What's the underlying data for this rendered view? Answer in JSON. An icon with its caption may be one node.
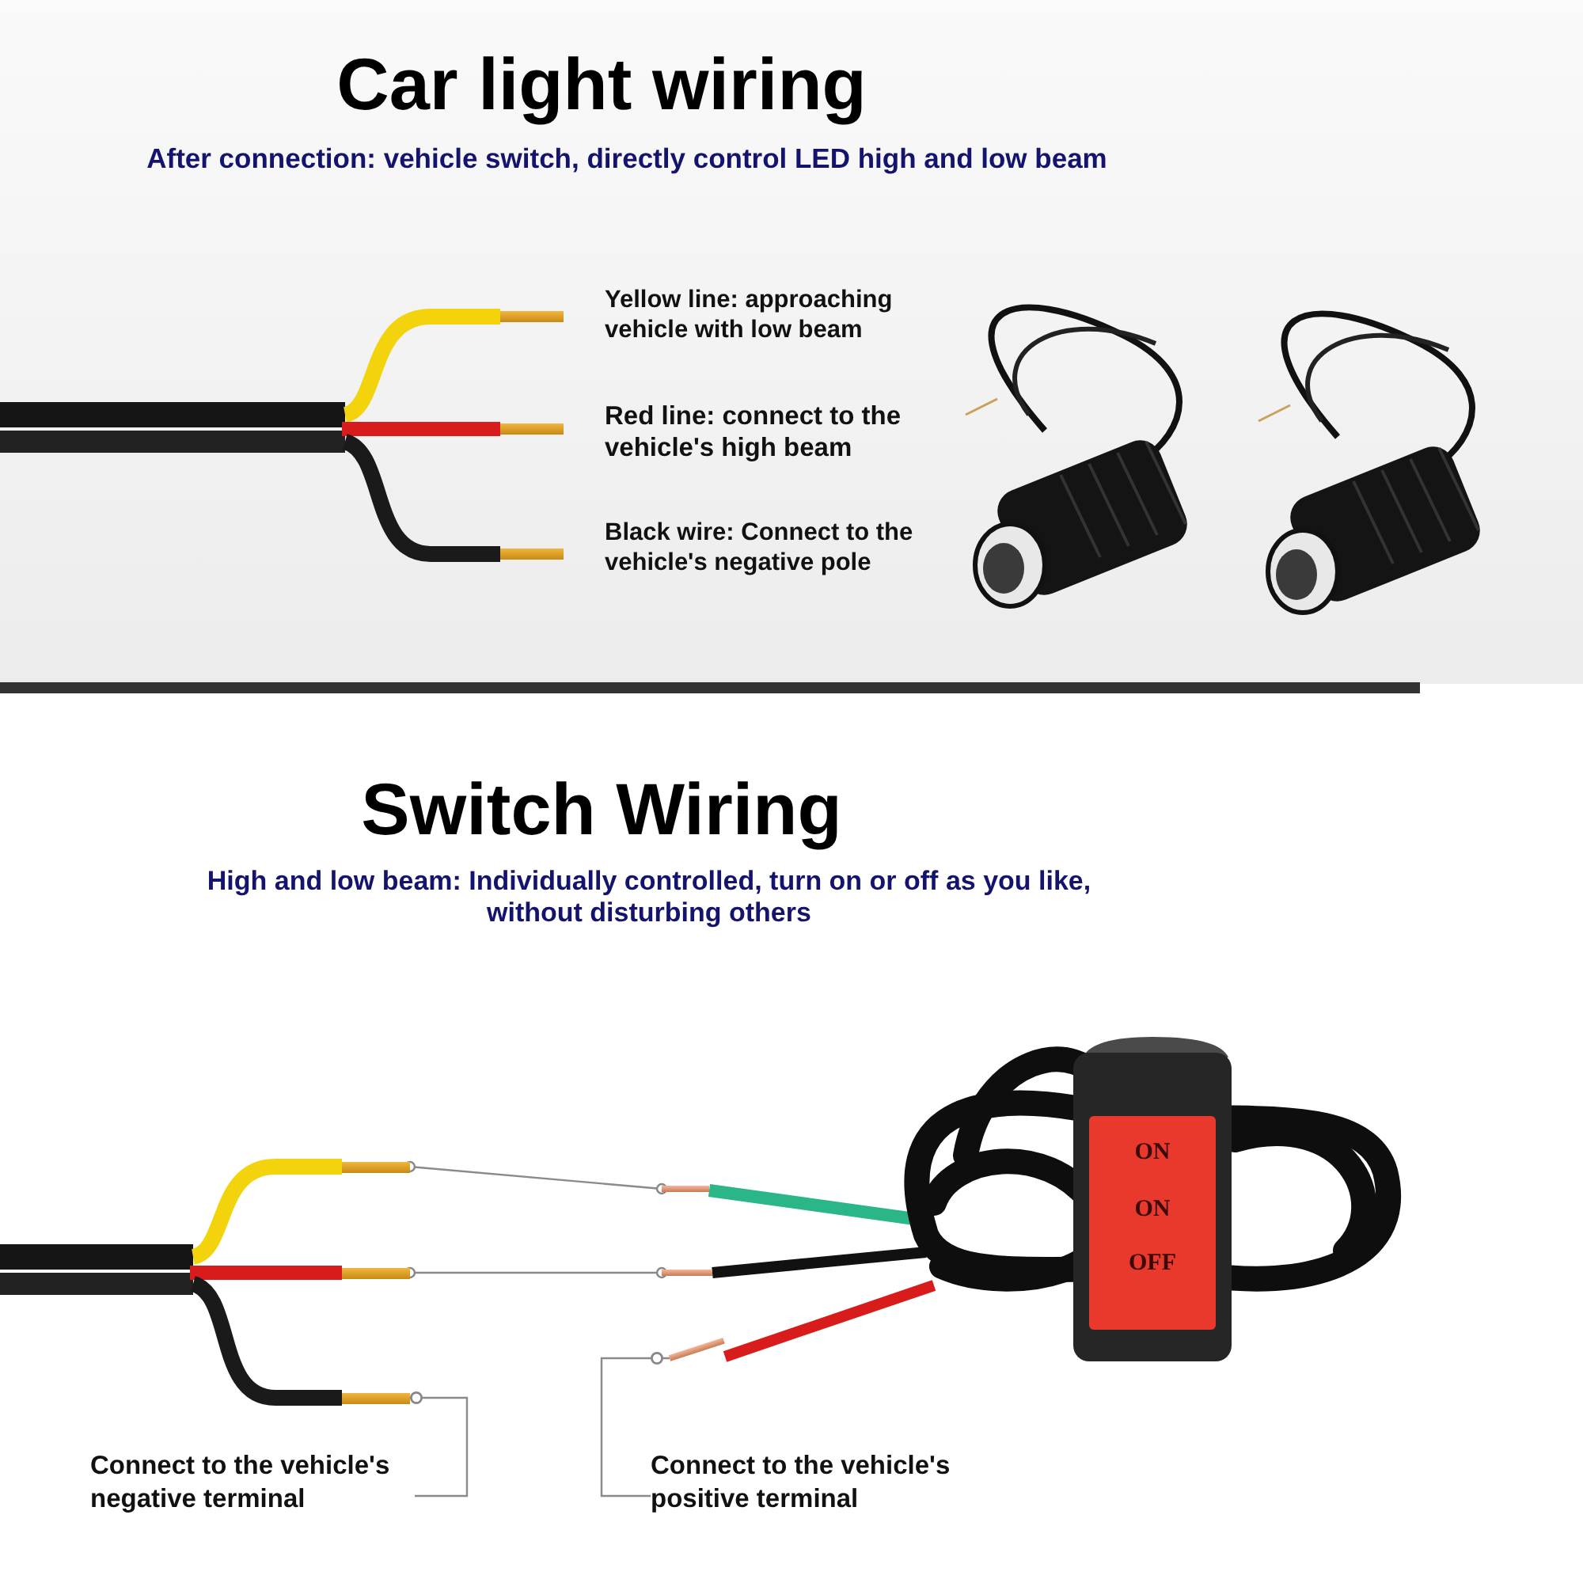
{
  "diagram": {
    "title": "Car light wiring",
    "nodes": [
      {
        "text": [
          "Connect to the vehicle's negative terminal"
        ]
      },
      {
        "text": [
          "Connect to the vehicle's positive terminal"
        ]
      },
      {
        "text": [],
        "shape": "bar"
      },
      {
        "text": [],
        "shape": "bar"
      },
      {
        "text": [],
        "shape": "bar"
      },
      {
        "text": [],
        "shape": "bar"
      },
      {
        "text": [],
        "shape": "bar"
      },
      {
        "text": [],
        "shape": "bar"
      }
    ],
    "edges": [
      {
        "from": 2,
        "to": 5,
        "arrow": "other"
      },
      {
        "from": 3,
        "to": 6,
        "arrow": "other"
      },
      {
        "from": 4,
        "to": 0,
        "arrow": "none"
      },
      {
        "from": 7,
        "to": 1,
        "arrow": "none"
      }
    ],
    "labels": [
      "After connection: vehicle switch, directly control LED high and low beam",
      "Yellow line: approaching vehicle with low beam",
      "Red line: connect to the vehicle's high beam",
      "Black wire: Connect to the vehicle's negative pole",
      "Switch Wiring",
      "High and low beam: Individually controlled, turn on or off as you like, without disturbing others",
      "ON",
      "ON",
      "OFF"
    ]
  }
}
